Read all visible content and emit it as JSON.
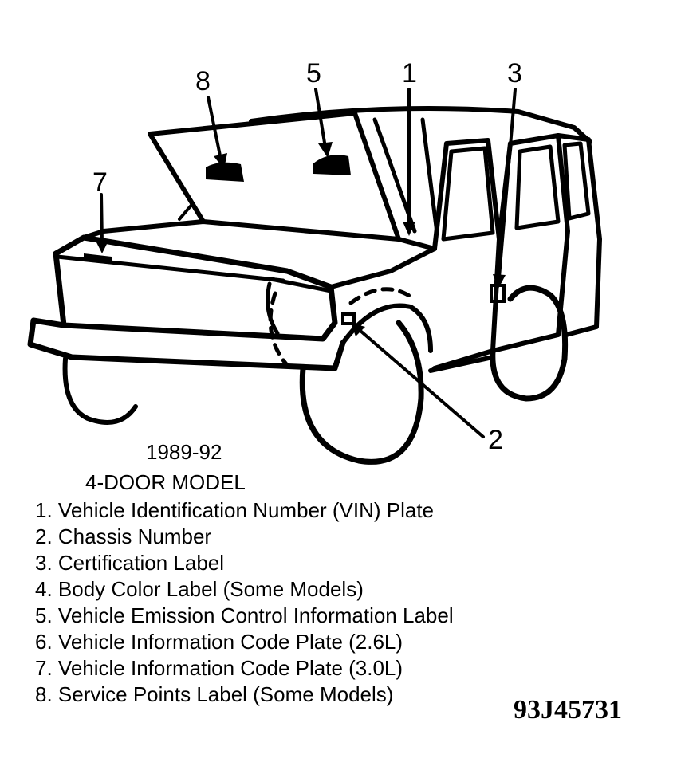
{
  "callouts": {
    "c1": "1",
    "c2": "2",
    "c3": "3",
    "c5": "5",
    "c7": "7",
    "c8": "8"
  },
  "caption": {
    "years": "1989-92",
    "model": "4-DOOR MODEL"
  },
  "legend": [
    "1. Vehicle Identification Number (VIN) Plate",
    "2. Chassis Number",
    "3. Certification Label",
    "4. Body Color Label (Some Models)",
    "5. Vehicle Emission Control Information Label",
    "6. Vehicle Information Code Plate (2.6L)",
    "7. Vehicle Information Code Plate (3.0L)",
    "8. Service Points Label (Some Models)"
  ],
  "figure_id": "93J45731"
}
